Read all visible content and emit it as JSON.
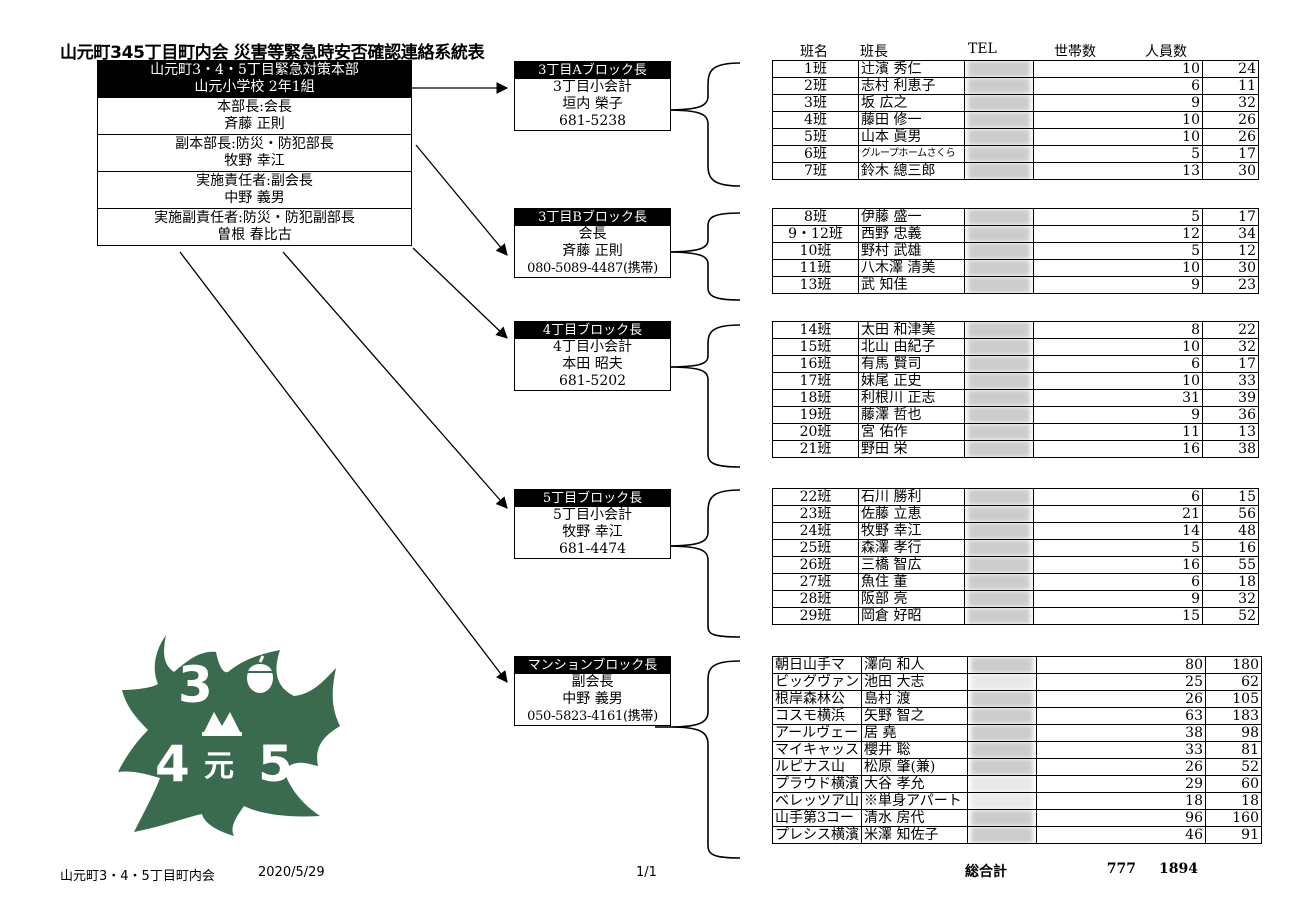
{
  "title": "山元町345丁目町内会  災害等緊急時安否確認連絡系統表",
  "hq": {
    "line1": "山元町3・4・5丁目緊急対策本部",
    "line2": "山元小学校  2年1組",
    "rows": [
      {
        "role": "本部長:会長",
        "name": "斉藤  正則"
      },
      {
        "role": "副本部長:防災・防犯部長",
        "name": "牧野  幸江"
      },
      {
        "role": "実施責任者:副会長",
        "name": "中野  義男"
      },
      {
        "role": "実施副責任者:防災・防犯副部長",
        "name": "曽根  春比古"
      }
    ]
  },
  "columns": {
    "han": "班名",
    "leader": "班長",
    "tel": "TEL",
    "households": "世帯数",
    "people": "人員数"
  },
  "blocks": [
    {
      "head": "3丁目Aブロック長",
      "l1": "3丁目小会計",
      "l2": "垣内  榮子",
      "l3": "681-5238",
      "rows": [
        {
          "han": "1班",
          "name": "辻濱  秀仁",
          "hh": "10",
          "pp": "24"
        },
        {
          "han": "2班",
          "name": "志村  利恵子",
          "hh": "6",
          "pp": "11"
        },
        {
          "han": "3班",
          "name": "坂  広之",
          "hh": "9",
          "pp": "32"
        },
        {
          "han": "4班",
          "name": "藤田  修一",
          "hh": "10",
          "pp": "26"
        },
        {
          "han": "5班",
          "name": "山本  眞男",
          "hh": "10",
          "pp": "26"
        },
        {
          "han": "6班",
          "name": "グループホームさくら",
          "hh": "5",
          "pp": "17",
          "small": true
        },
        {
          "han": "7班",
          "name": "鈴木  總三郎",
          "hh": "13",
          "pp": "30"
        }
      ]
    },
    {
      "head": "3丁目Bブロック長",
      "l1": "会長",
      "l2": "斉藤  正則",
      "l3": "080-5089-4487(携帯)",
      "rows": [
        {
          "han": "8班",
          "name": "伊藤  盛一",
          "hh": "5",
          "pp": "17"
        },
        {
          "han": "9・12班",
          "name": "西野  忠義",
          "hh": "12",
          "pp": "34"
        },
        {
          "han": "10班",
          "name": "野村  武雄",
          "hh": "5",
          "pp": "12"
        },
        {
          "han": "11班",
          "name": "八木澤  清美",
          "hh": "10",
          "pp": "30"
        },
        {
          "han": "13班",
          "name": "武  知佳",
          "hh": "9",
          "pp": "23"
        }
      ]
    },
    {
      "head": "4丁目ブロック長",
      "l1": "4丁目小会計",
      "l2": "本田  昭夫",
      "l3": "681-5202",
      "rows": [
        {
          "han": "14班",
          "name": "太田  和津美",
          "hh": "8",
          "pp": "22"
        },
        {
          "han": "15班",
          "name": "北山  由紀子",
          "hh": "10",
          "pp": "32"
        },
        {
          "han": "16班",
          "name": "有馬  賢司",
          "hh": "6",
          "pp": "17"
        },
        {
          "han": "17班",
          "name": "妹尾  正史",
          "hh": "10",
          "pp": "33"
        },
        {
          "han": "18班",
          "name": "利根川  正志",
          "hh": "31",
          "pp": "39"
        },
        {
          "han": "19班",
          "name": "藤澤  哲也",
          "hh": "9",
          "pp": "36"
        },
        {
          "han": "20班",
          "name": "宮  佑作",
          "hh": "11",
          "pp": "13"
        },
        {
          "han": "21班",
          "name": "野田  栄",
          "hh": "16",
          "pp": "38"
        }
      ]
    },
    {
      "head": "5丁目ブロック長",
      "l1": "5丁目小会計",
      "l2": "牧野  幸江",
      "l3": "681-4474",
      "rows": [
        {
          "han": "22班",
          "name": "石川  勝利",
          "hh": "6",
          "pp": "15"
        },
        {
          "han": "23班",
          "name": "佐藤  立恵",
          "hh": "21",
          "pp": "56"
        },
        {
          "han": "24班",
          "name": "牧野  幸江",
          "hh": "14",
          "pp": "48"
        },
        {
          "han": "25班",
          "name": "森澤  孝行",
          "hh": "5",
          "pp": "16"
        },
        {
          "han": "26班",
          "name": "三橋  智広",
          "hh": "16",
          "pp": "55"
        },
        {
          "han": "27班",
          "name": "魚住  董",
          "hh": "6",
          "pp": "18"
        },
        {
          "han": "28班",
          "name": "阪部  亮",
          "hh": "9",
          "pp": "32"
        },
        {
          "han": "29班",
          "name": "岡倉  好昭",
          "hh": "15",
          "pp": "52"
        }
      ]
    },
    {
      "head": "マンションブロック長",
      "l1": "副会長",
      "l2": "中野  義男",
      "l3": "050-5823-4161(携帯)",
      "rows": [
        {
          "han": "朝日山手マ",
          "name": "澤向  和人",
          "hh": "80",
          "pp": "180",
          "left": true
        },
        {
          "han": "ビッグヴァン",
          "name": "池田  大志",
          "hh": "25",
          "pp": "62",
          "left": true,
          "tw": true
        },
        {
          "han": "根岸森林公",
          "name": "島村  渡",
          "hh": "26",
          "pp": "105",
          "left": true
        },
        {
          "han": "コスモ横浜",
          "name": "矢野  智之",
          "hh": "63",
          "pp": "183",
          "left": true
        },
        {
          "han": "アールヴェー",
          "name": "居  堯",
          "hh": "38",
          "pp": "98",
          "left": true
        },
        {
          "han": "マイキャッス",
          "name": "櫻井  聡",
          "hh": "33",
          "pp": "81",
          "left": true
        },
        {
          "han": "ルピナス山",
          "name": "松原  肇(兼)",
          "hh": "26",
          "pp": "52",
          "left": true
        },
        {
          "han": "プラウド横濱",
          "name": "大谷  孝允",
          "hh": "29",
          "pp": "60",
          "left": true,
          "tw": true
        },
        {
          "han": "ベレッツア山",
          "name": "※単身アパート",
          "hh": "18",
          "pp": "18",
          "left": true,
          "tw": true
        },
        {
          "han": "山手第3コー",
          "name": "清水  房代",
          "hh": "96",
          "pp": "160",
          "left": true
        },
        {
          "han": "プレシス横濱",
          "name": "米澤  知佐子",
          "hh": "46",
          "pp": "91",
          "left": true
        }
      ]
    }
  ],
  "total": {
    "label": "総合計",
    "households": "777",
    "people": "1894"
  },
  "footer": {
    "org": "山元町3・4・5丁目町内会",
    "date": "2020/5/29",
    "page": "1/1"
  },
  "logo": {
    "top_number": "3",
    "bottom_left": "4",
    "bottom_right": "5",
    "kanji": "元",
    "color": "#3a6b4f"
  }
}
